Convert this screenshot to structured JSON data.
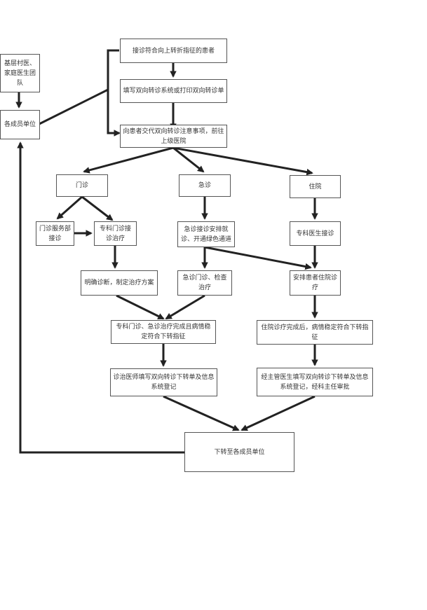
{
  "nodes": {
    "community_team": "基层村医、家庭医生团队",
    "member_unit": "各成员单位",
    "receive_patient": "接诊符合向上转折指征的患者",
    "fill_form": "填写双向转诊系统或打印双向转诊单",
    "explain_notes": "向患者交代双向转诊注意事项，前往上级医院",
    "outpatient": "门诊",
    "emergency": "急诊",
    "inpatient": "住院",
    "outpatient_service": "门诊服务部接诊",
    "specialist_outpatient": "专科门诊接诊治疗",
    "emergency_arrange": "急诊接诊安排就诊、开通绿色通道",
    "specialist_doctor": "专科医生接诊",
    "diagnosis_plan": "明确诊断，制定治疗方案",
    "emergency_exam": "急诊门诊、检查治疗",
    "arrange_ward": "安排患者住院诊疗",
    "outpatient_done": "专科门诊、急诊治疗完成且病情稳定符合下转指征",
    "inpatient_done": "住院诊疗完成后，病情稳定符合下转指征",
    "doctor_register": "诊治医师填写双向转诊下转单及信息系统登记",
    "attending_register": "经主管医生填写双向转诊下转单及信息系统登记，经科主任审批",
    "transfer_down": "下转至各成员单位"
  }
}
